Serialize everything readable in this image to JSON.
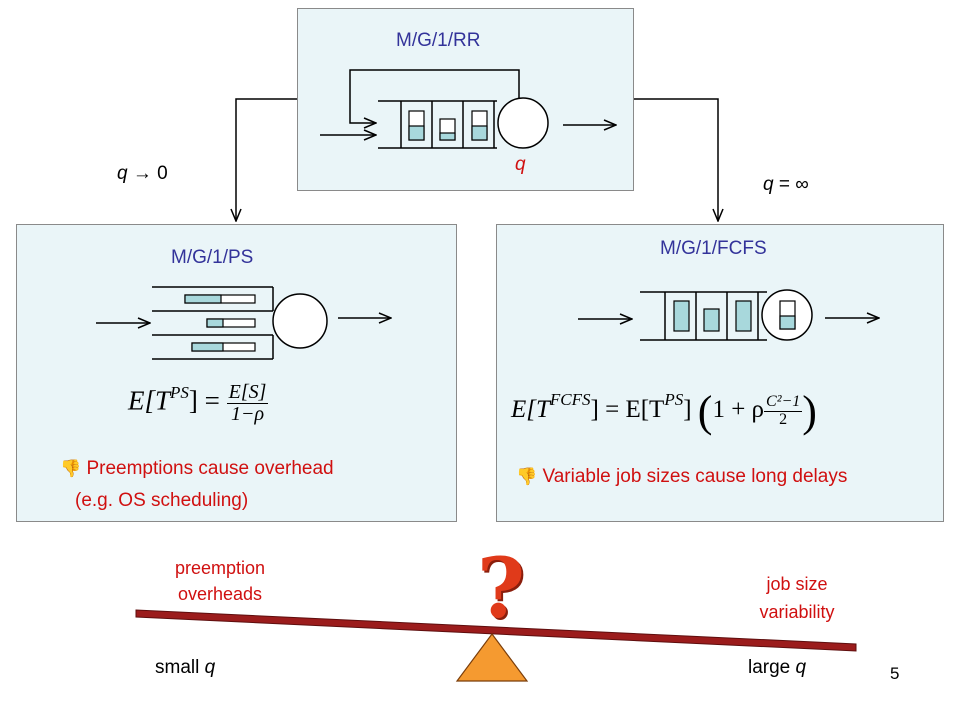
{
  "rr": {
    "title": "M/G/1/RR",
    "quantum_label": "q"
  },
  "ps": {
    "title": "M/G/1/PS",
    "formula": {
      "lhs_base": "E[T",
      "lhs_sup": "PS",
      "lhs_close": "] =",
      "num": "E[S]",
      "den": "1−ρ"
    },
    "con_icon": "thumbs-down-icon",
    "con_line1": "Preemptions cause overhead",
    "con_line2": "(e.g. OS scheduling)"
  },
  "fcfs": {
    "title": "M/G/1/FCFS",
    "formula": {
      "lhs_base": "E[T",
      "lhs_sup": "FCFS",
      "lhs_mid": "] = E[T",
      "rhs_sup": "PS",
      "rhs_close": "]",
      "one_plus": "1 + ρ",
      "num": "C²−1",
      "den": "2"
    },
    "con_icon": "thumbs-down-icon",
    "con_text": "Variable job sizes cause long delays"
  },
  "arrows": {
    "left": "q → 0",
    "right": "q = ∞"
  },
  "balance": {
    "left_label_1": "preemption",
    "left_label_2": "overheads",
    "right_label_1": "job size",
    "right_label_2": "variability",
    "left_end": "small q",
    "right_end": "large q",
    "question_mark": "?"
  },
  "slide_number": "5",
  "colors": {
    "title": "#33339a",
    "con_text": "#d01010",
    "panel_bg": "#eaf5f8",
    "job_fill": "#a8d8dc",
    "beam": "#9b1c1c",
    "fulcrum": "#f59a30",
    "question": "#e03a1a"
  }
}
